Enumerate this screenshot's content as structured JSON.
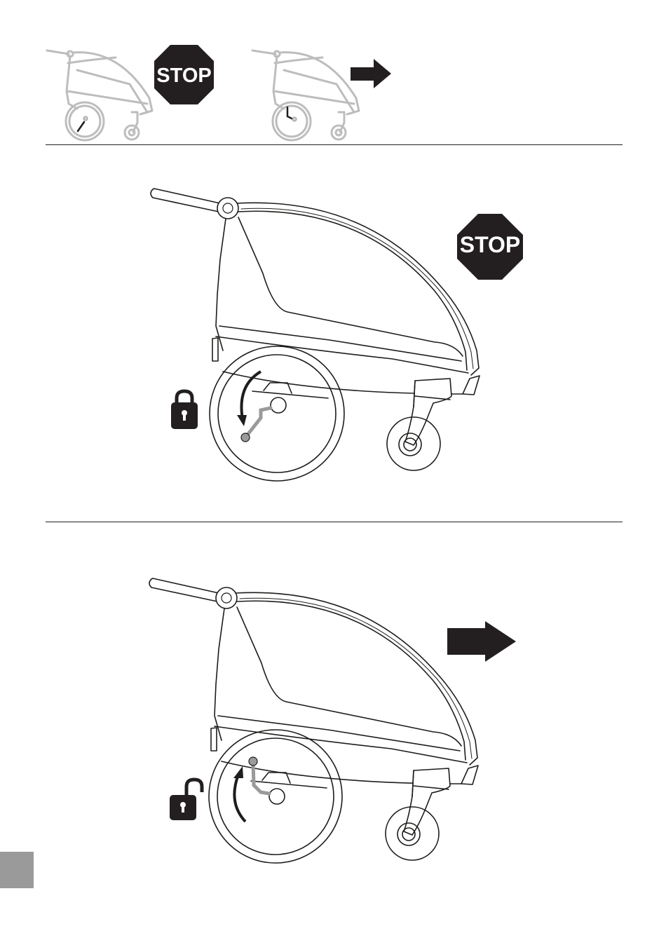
{
  "stop_sign": {
    "label": "STOP"
  },
  "colors": {
    "line": "#1d1d1b",
    "thumb_fill": "#c8c8c8",
    "thumb_line": "#b8b8b8",
    "lever": "#9a9a9a",
    "sign": "#231f20",
    "page_tab": "#9a9a9a"
  },
  "figures": [
    {
      "step": "brake-locked",
      "sign": "stop-sign",
      "lock_state": "locked"
    },
    {
      "step": "brake-released",
      "sign": "arrow-right",
      "lock_state": "unlocked"
    }
  ]
}
